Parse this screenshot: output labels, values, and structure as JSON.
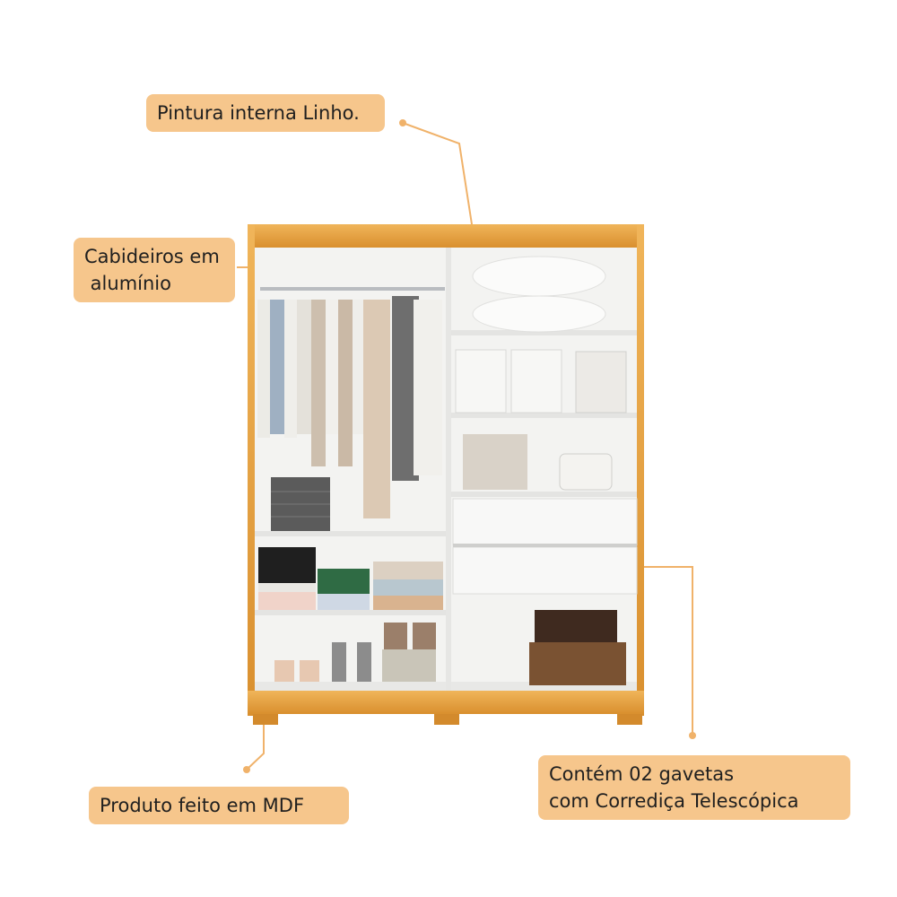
{
  "callouts": {
    "paint": "Pintura interna Linho.",
    "hangers_line1": "Cabideiros em",
    "hangers_line2": " alumínio",
    "drawers_line1": "Contém 02 gavetas",
    "drawers_line2": "com Corrediça Telescópica",
    "material": "Produto feito em MDF"
  },
  "colors": {
    "callout_bg": "#f6c68c",
    "leader_line": "#f0b26a",
    "wood": "#e6a243",
    "interior": "#f3f3f1"
  }
}
